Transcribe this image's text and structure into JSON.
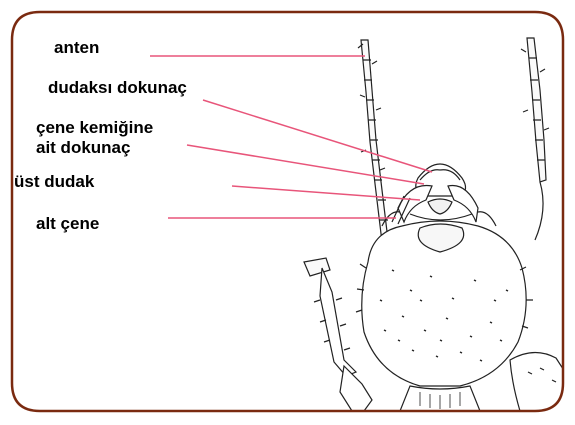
{
  "frame": {
    "border_color": "#7a2a10",
    "leader_color": "#e8557a"
  },
  "labels": {
    "antenna": "anten",
    "labial_palp": "dudaksı dokunaç",
    "maxillary_palp_line1": "çene kemiğine",
    "maxillary_palp_line2": "ait dokunaç",
    "labrum": "üst dudak",
    "maxilla": "alt çene"
  }
}
